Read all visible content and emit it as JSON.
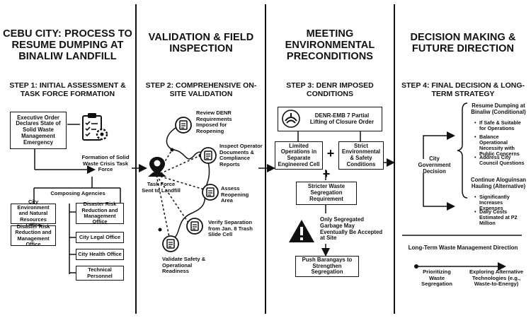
{
  "col1": {
    "title": "CEBU CITY: PROCESS TO RESUME DUMPING AT BINALIW LANDFILL",
    "step": "STEP 1: INITIAL ASSESSMENT & TASK FORCE FORMATION",
    "exec_order": "Executive Order Declares State of Solid Waste Management Emergency",
    "task_force": "Formation of Solid Waste Crisis Task Force",
    "composing": "Composing Agencies",
    "agencies_left": [
      "City Environment and Natural Resources Office",
      "Disaster Risk Reduction and Management Office"
    ],
    "agencies_right": [
      "Disaster Risk Reduction and Management Office",
      "City Legal Office",
      "City Health Office",
      "Technical Personnel"
    ]
  },
  "col2": {
    "title": "VALIDATION & FIELD INSPECTION",
    "step": "STEP 2: COMPREHENSIVE ON-SITE VALIDATION",
    "center": "Task Force Sent to Landfill",
    "items": [
      "Review DENR Requirements Imposed for Reopening",
      "Inspect Operator Documents & Compliance Reports",
      "Assess Reopening Area",
      "Verify Separation from Jan. 8 Trash Slide Cell",
      "Validate Safety & Operational Readiness"
    ]
  },
  "col3": {
    "title": "MEETING ENVIRONMENTAL PRECONDITIONS",
    "step": "STEP 3: DENR IMPOSED CONDITIONS",
    "denr": "DENR-EMB 7 Partial Lifting of Closure Order",
    "cond_left": "Limited Operations in Separate Engineered Cell",
    "cond_right": "Strict Environmental & Safety Conditions",
    "plus": "+",
    "stricter": "Stricter Waste Segregation Requirement",
    "warning": "Only Segregated Garbage May Eventually Be Accepted at Site",
    "push": "Push Barangays to Strengthen Segregation"
  },
  "col4": {
    "title": "DECISION MAKING & FUTURE DIRECTION",
    "step": "STEP 4: FINAL DECISION & LONG-TERM STRATEGY",
    "decision": "City Government Decision",
    "opt1_title": "Resume Dumping at Binaliw (Conditional)",
    "opt1_items": [
      "If Safe & Suitable for Operations",
      "Balance Operational Necessity with Public Concerns",
      "Address City Council Questions"
    ],
    "opt2_title": "Continue Aloguinsan Hauling (Alternative)",
    "opt2_items": [
      "Significantly Increases Expenses",
      "Daily Costs Estimated at P2 Million"
    ],
    "longterm": "Long-Term Waste Management Direction",
    "lt_left": "Prioritizing Waste Segregation",
    "lt_right": "Exploring Alternative Technologies (e.g., Waste-to-Energy)"
  },
  "colors": {
    "ink": "#111111",
    "background": "#ffffff"
  },
  "icons": [
    "clipboard-gear-icon",
    "map-pin-person-icon",
    "checklist-icon",
    "warning-icon",
    "denr-logo-icon",
    "arrow-icon"
  ]
}
